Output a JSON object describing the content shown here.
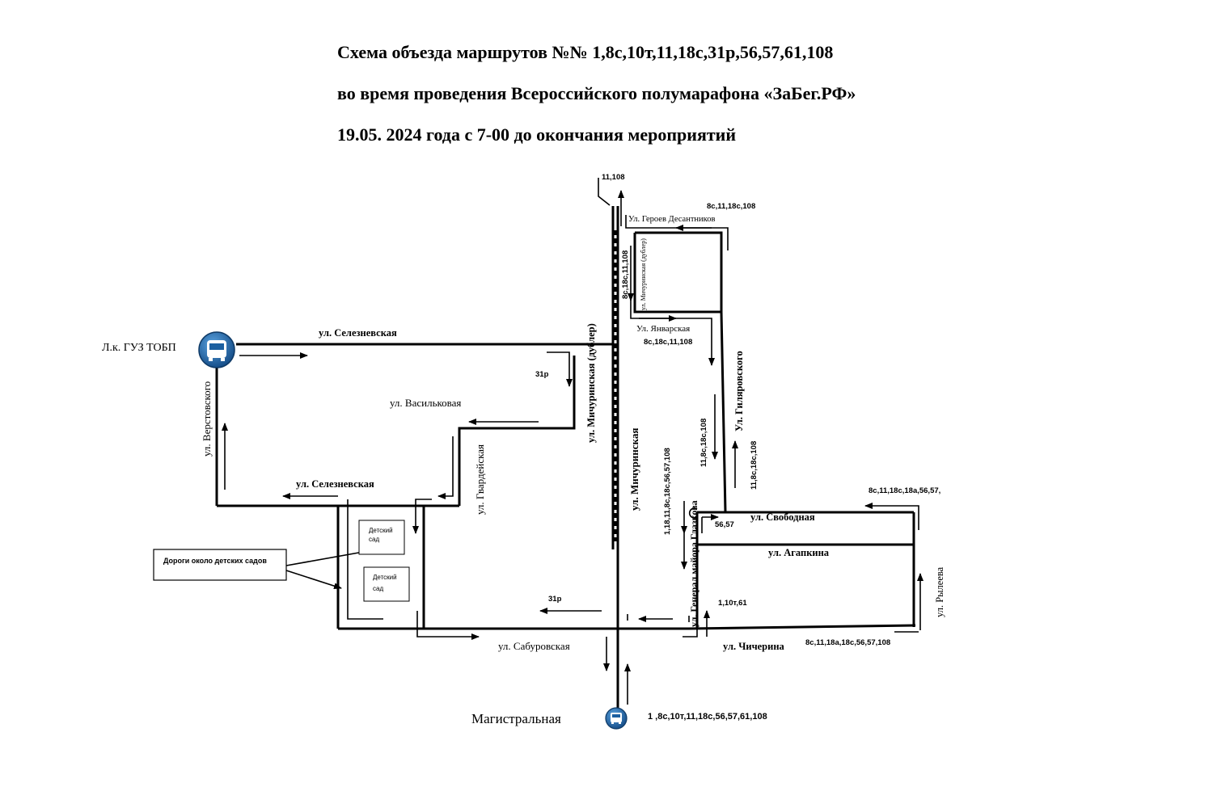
{
  "header": {
    "line1": "Схема объезда маршрутов №№ 1,8с,10т,11,18с,31р,56,57,61,108",
    "line2": "во время проведения Всероссийского полумарафона «ЗаБег.РФ»",
    "line3": "19.05. 2024 года с 7-00 до окончания мероприятий"
  },
  "stops": {
    "start_label": "Л.к. ГУЗ ТОБП",
    "end_label": "Магистральная",
    "end_routes": "1 ,8с,10т,11,18с,56,57,61,108",
    "icon": "bus-stop-icon"
  },
  "streets": {
    "seleznevskaya_top": "ул. Селезневская",
    "seleznevskaya_bottom": "ул. Селезневская",
    "vasilkovaya": "ул. Васильковая",
    "verstovskogo": "ул. Верстовского",
    "gvardeyskaya": "ул. Гвардейская",
    "michurinskaya_dubler": "ул. Мичуринская (дублер)",
    "michurinskaya": "ул. Мичуринская",
    "michurinskaya_dubler_north": "ул. Мичуринская (дублер)",
    "geroev_desantnikov": "Ул. Героев Десантников",
    "yanvarskaya": "Ул. Январская",
    "gilyarovskogo": "Ул. Гиляровского",
    "svobodnaya": "ул. Свободная",
    "agapkina": "ул. Агапкина",
    "general_glazkova": "ул. Генерал майора Глазкова",
    "sabourovskaya": "ул. Сабуровская",
    "chicherina": "ул. Чичерина",
    "ryleeva": "ул. Рылеева"
  },
  "routes": {
    "r_11_108": "11,108",
    "r_8c_11_18c_108": "8с,11,18с,108",
    "r_8c_18c_11_108_vertical": "8с,18с,11,108",
    "r_8c_18c_11_108_yanvar": "8с,18с,11,108",
    "r_31p_top": "31р",
    "r_31p_bottom": "31р",
    "r_11_8c_18c_108_a": "11,8с,18с,108",
    "r_11_8c_18c_108_b": "11,8с,18с,108",
    "r_1_18_long": "1,18,11,8с,18с,56,57,108",
    "r_56_57": "56,57",
    "r_8c_11_18c_18a_56_57": "8с,11,18с,18а,56,57,",
    "r_1_10t_61": "1,10т,61",
    "r_chicherina": "8с,11,18а,18с,56,57,108"
  },
  "kindergartens": {
    "kg1": [
      "Детский",
      "сад"
    ],
    "kg2": [
      "Детский",
      "сад"
    ],
    "note": "Дороги около детских садов"
  },
  "colors": {
    "road": "#000000",
    "bus_icon": "#1b5fa0",
    "bus_icon_light": "#4e95d4"
  }
}
